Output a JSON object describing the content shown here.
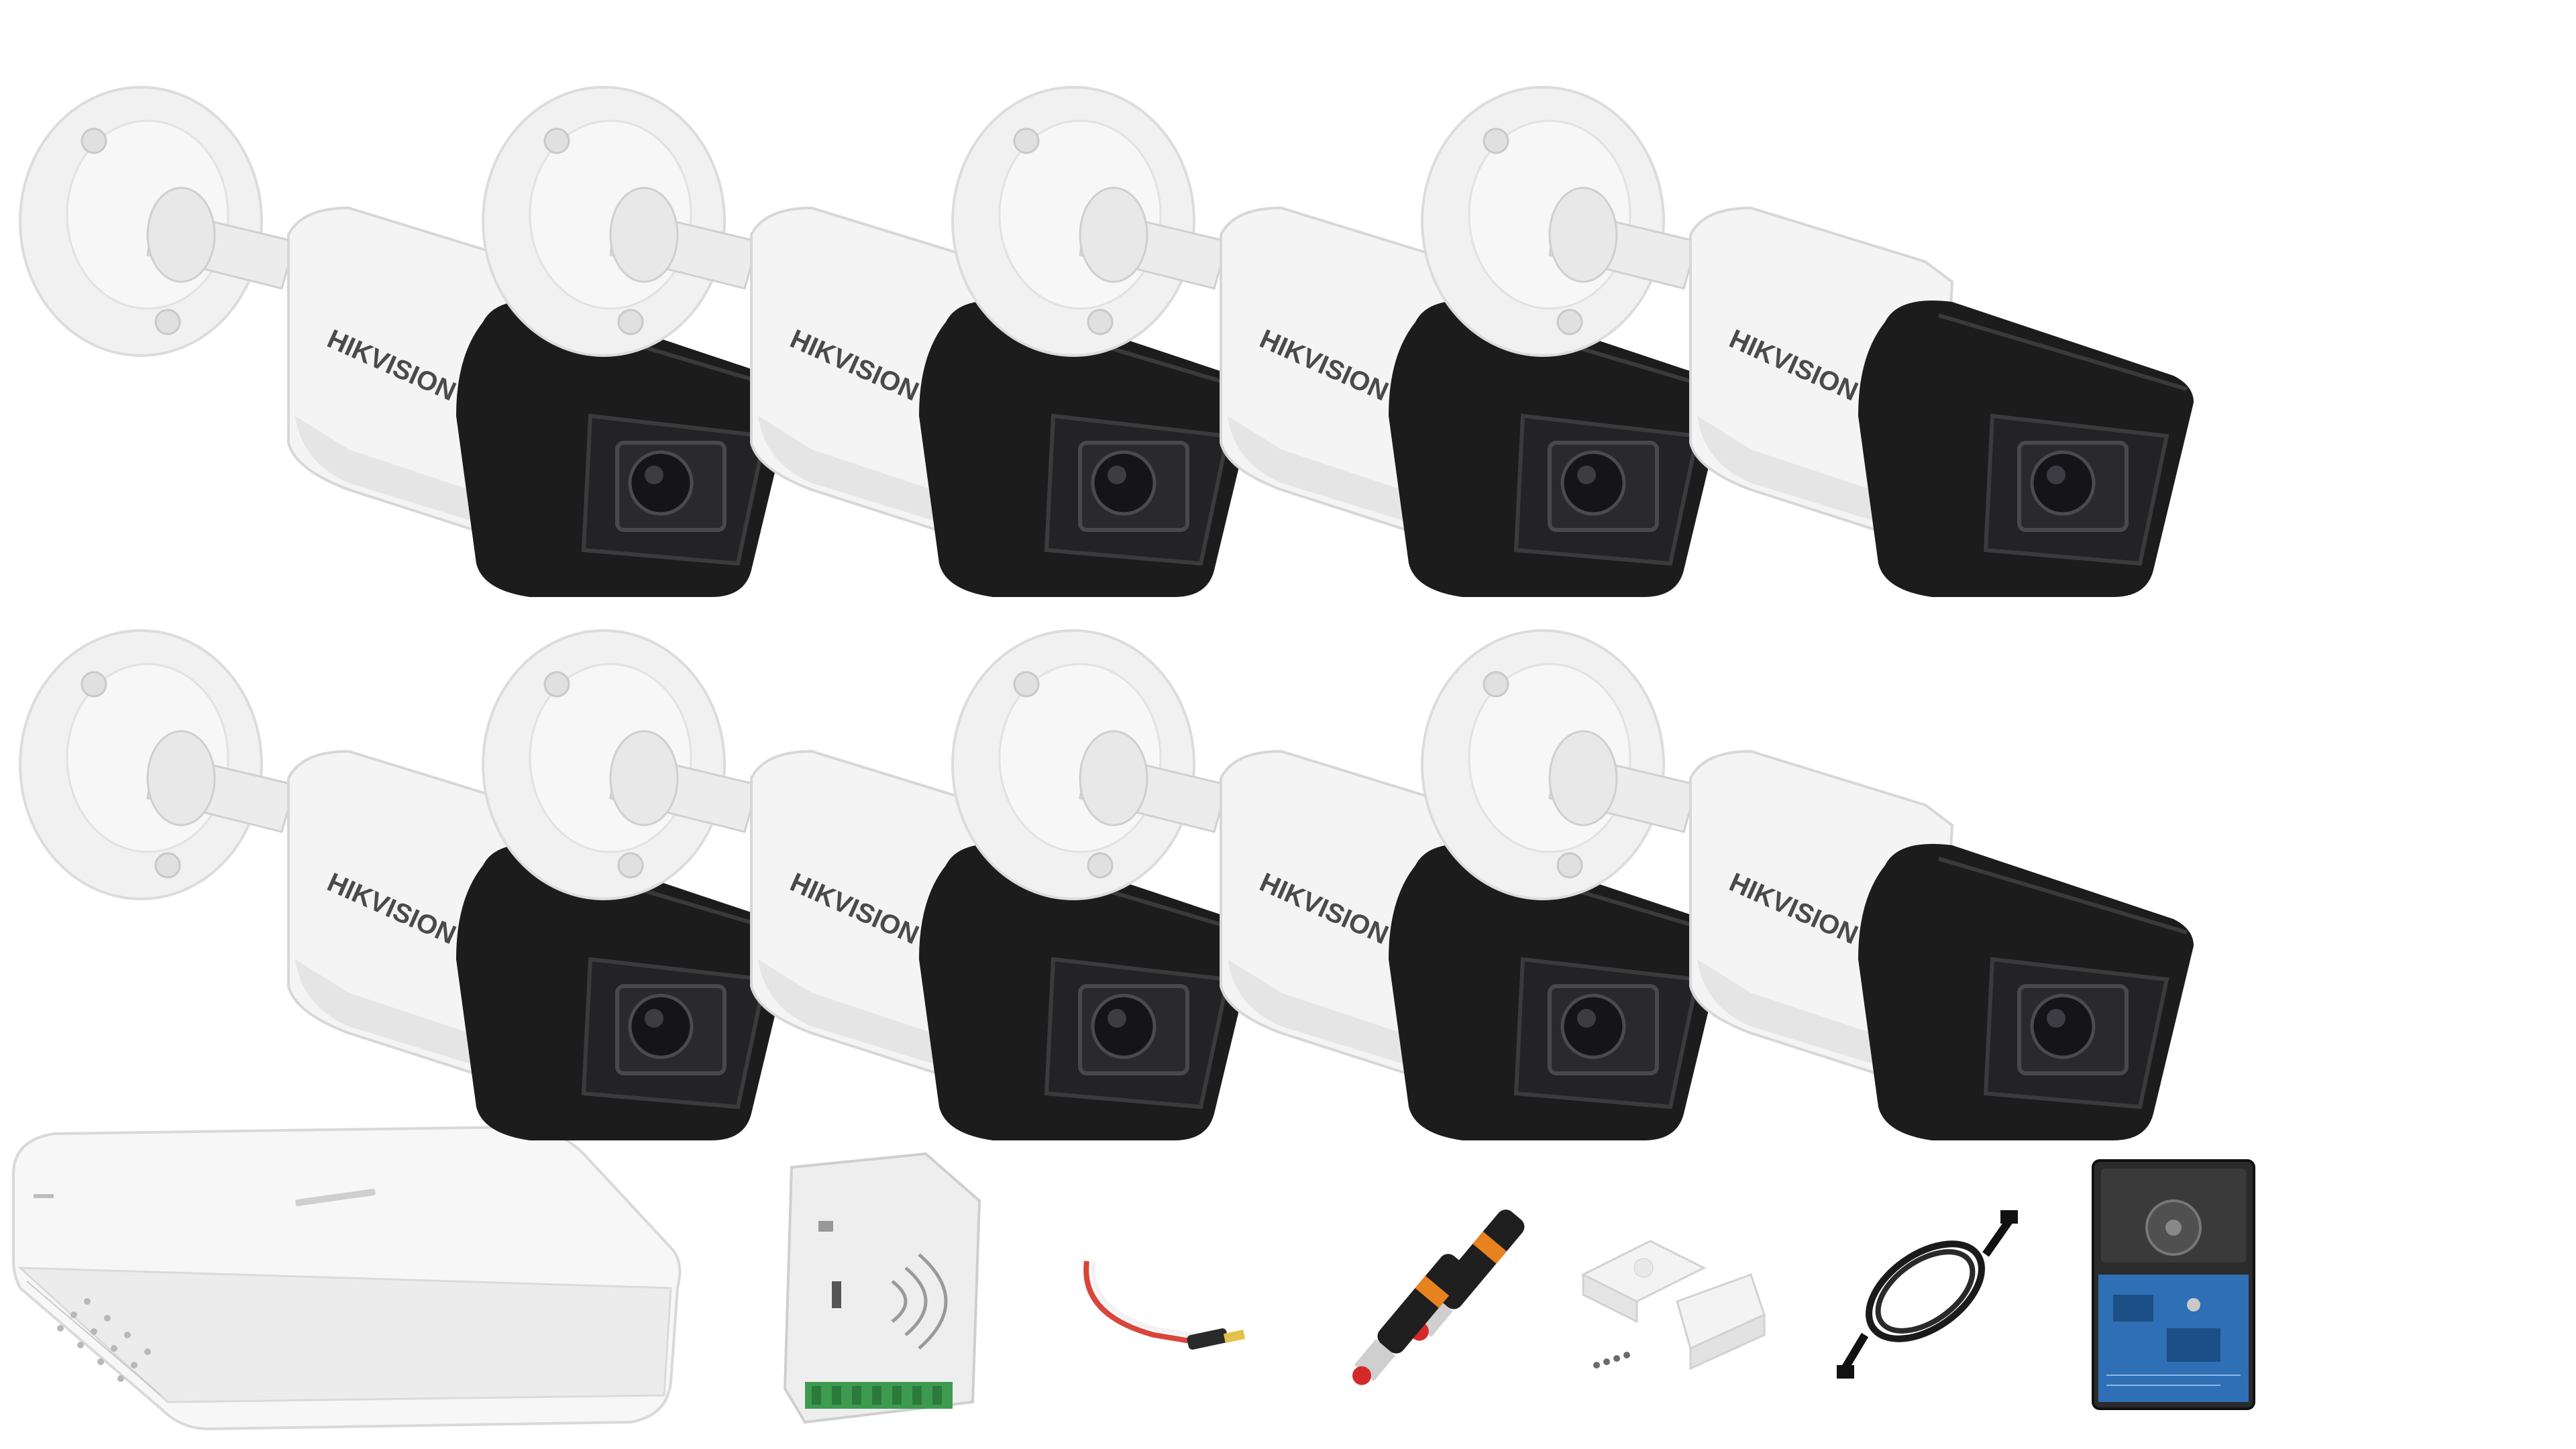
{
  "scene": {
    "cameras": [
      {
        "brand": "HIKVISION"
      },
      {
        "brand": "HIKVISION"
      },
      {
        "brand": "HIKVISION"
      },
      {
        "brand": "HIKVISION"
      },
      {
        "brand": "HIKVISION"
      },
      {
        "brand": "HIKVISION"
      },
      {
        "brand": "HIKVISION"
      },
      {
        "brand": "HIKVISION"
      }
    ],
    "accessories": [
      {
        "icon": "dvr-recorder"
      },
      {
        "icon": "power-supply-box"
      },
      {
        "icon": "dc-power-pigtail"
      },
      {
        "icon": "bnc-video-balun-pair"
      },
      {
        "icon": "junction-box"
      },
      {
        "icon": "hdmi-cable"
      },
      {
        "icon": "hard-disk-drive"
      }
    ],
    "colors": {
      "housing_white": "#f4f4f4",
      "housing_shade": "#d9d9d9",
      "visor_black": "#1c1c1c",
      "lens_dark": "#2a2a2d",
      "hdd_blue_pcb": "#2f6fb5",
      "balun_orange": "#e8821e",
      "connector_red": "#d42a2a"
    }
  }
}
